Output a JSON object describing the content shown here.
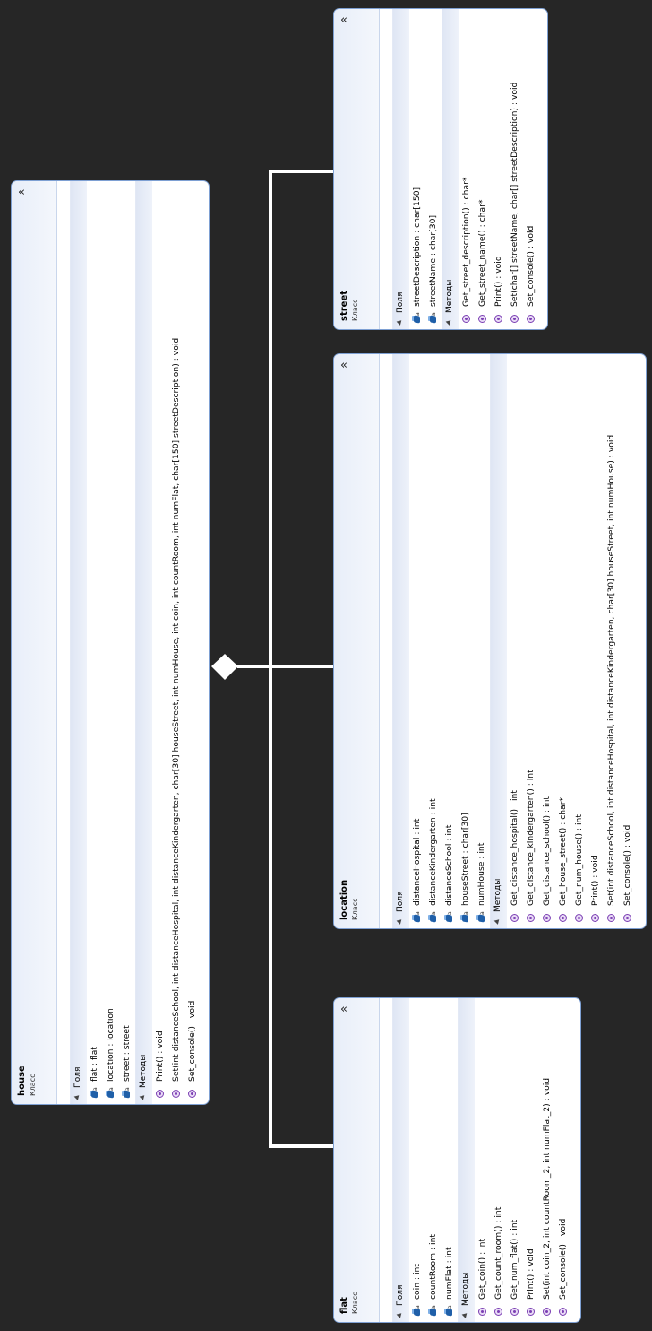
{
  "section_labels": {
    "fields": "Поля",
    "methods": "Методы"
  },
  "collapse_glyph": "«",
  "classes": [
    {
      "name": "house",
      "kind": "Класс",
      "fields": [
        "flat : flat",
        "location : location",
        "street : street"
      ],
      "methods": [
        "Print() : void",
        "Set(int distanceSchool, int distanceHospital, int distanceKindergarten, char[30] houseStreet, int numHouse, int coin, int countRoom, int numFlat, char[150] streetDescription) : void",
        "Set_console() : void"
      ]
    },
    {
      "name": "street",
      "kind": "Класс",
      "fields": [
        "streetDescription : char[150]",
        "streetName : char[30]"
      ],
      "methods": [
        "Get_street_description() : char*",
        "Get_street_name() : char*",
        "Print() : void",
        "Set(char[] streetName, char[] streetDescription) : void",
        "Set_console() : void"
      ]
    },
    {
      "name": "location",
      "kind": "Класс",
      "fields": [
        "distanceHospital : int",
        "distanceKindergarten : int",
        "distanceSchool : int",
        "houseStreet : char[30]",
        "numHouse : int"
      ],
      "methods": [
        "Get_distance_hospital() : int",
        "Get_distance_kindergarten() : int",
        "Get_distance_school() : int",
        "Get_house_street() : char*",
        "Get_num_house() : int",
        "Print() : void",
        "Set(int distanceSchool, int distanceHospital, int distanceKindergarten, char[30] houseStreet, int numHouse) : void",
        "Set_console() : void"
      ]
    },
    {
      "name": "flat",
      "kind": "Класс",
      "fields": [
        "coin : int",
        "countRoom : int",
        "numFlat : int"
      ],
      "methods": [
        "Get_coin() : int",
        "Get_count_room() : int",
        "Get_num_flat() : int",
        "Print() : void",
        "Set(int coin_2, int countRoom_2, int numFlat_2) : void",
        "Set_console() : void"
      ]
    }
  ],
  "colors": {
    "background": "#262626",
    "connector": "#ffffff",
    "box_border": "#7ea0d3",
    "field_icon": "#1f5fa8",
    "method_icon": "#7b3fb3"
  },
  "relationship": "composition"
}
